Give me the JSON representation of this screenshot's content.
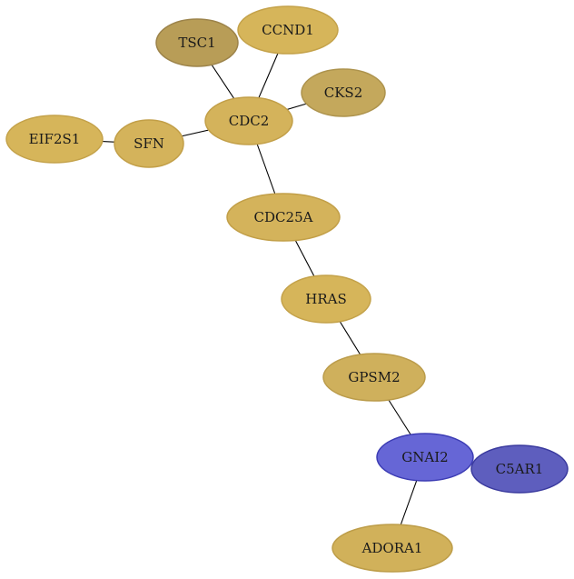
{
  "graph": {
    "nodes": [
      {
        "id": "TSC1",
        "label": "TSC1",
        "fill": "#b89d57",
        "stroke": "#9c834a"
      },
      {
        "id": "CCND1",
        "label": "CCND1",
        "fill": "#d6b55a",
        "stroke": "#c4a24a"
      },
      {
        "id": "CKS2",
        "label": "CKS2",
        "fill": "#c4a85c",
        "stroke": "#ad934d"
      },
      {
        "id": "CDC2",
        "label": "CDC2",
        "fill": "#d4b35b",
        "stroke": "#c29f48"
      },
      {
        "id": "EIF2S1",
        "label": "EIF2S1",
        "fill": "#d6b55a",
        "stroke": "#c4a24a"
      },
      {
        "id": "SFN",
        "label": "SFN",
        "fill": "#d4b35b",
        "stroke": "#c29f48"
      },
      {
        "id": "CDC25A",
        "label": "CDC25A",
        "fill": "#d4b35b",
        "stroke": "#c29f48"
      },
      {
        "id": "HRAS",
        "label": "HRAS",
        "fill": "#d6b55a",
        "stroke": "#c4a24a"
      },
      {
        "id": "GPSM2",
        "label": "GPSM2",
        "fill": "#cfb05c",
        "stroke": "#bb9c4b"
      },
      {
        "id": "GNAI2",
        "label": "GNAI2",
        "fill": "#6666d6",
        "stroke": "#3c3cb4"
      },
      {
        "id": "C5AR1",
        "label": "C5AR1",
        "fill": "#5e5ebe",
        "stroke": "#3a3a9e"
      },
      {
        "id": "ADORA1",
        "label": "ADORA1",
        "fill": "#d1b15a",
        "stroke": "#bd9d49"
      }
    ],
    "edges": [
      {
        "source": "TSC1",
        "target": "CDC2"
      },
      {
        "source": "CCND1",
        "target": "CDC2"
      },
      {
        "source": "CKS2",
        "target": "CDC2"
      },
      {
        "source": "SFN",
        "target": "CDC2"
      },
      {
        "source": "EIF2S1",
        "target": "SFN"
      },
      {
        "source": "CDC2",
        "target": "CDC25A"
      },
      {
        "source": "CDC25A",
        "target": "HRAS"
      },
      {
        "source": "HRAS",
        "target": "GPSM2"
      },
      {
        "source": "GPSM2",
        "target": "GNAI2"
      },
      {
        "source": "GNAI2",
        "target": "ADORA1"
      }
    ]
  }
}
